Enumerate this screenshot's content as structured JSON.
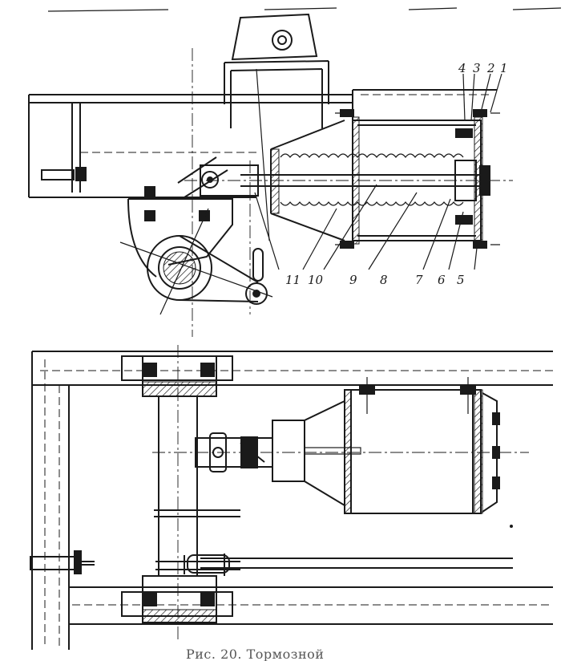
{
  "figure": {
    "caption": "Рис. 20. Тормозной"
  },
  "callouts": [
    "4",
    "3",
    "2",
    "1",
    "11",
    "10",
    "9",
    "8",
    "7",
    "6",
    "5"
  ],
  "colors": {
    "ink": "#1a1a1a",
    "paper": "#ffffff",
    "caption": "#555555"
  }
}
